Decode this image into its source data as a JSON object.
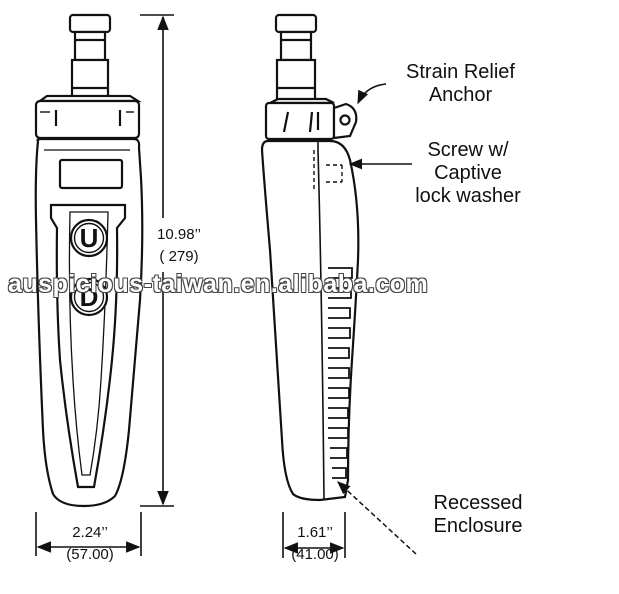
{
  "callouts": {
    "strain_relief": [
      "Strain Relief",
      "Anchor"
    ],
    "screw": [
      "Screw w/",
      "Captive",
      "lock washer"
    ],
    "recessed": [
      "Recessed",
      "Enclosure"
    ]
  },
  "dimensions": {
    "height": {
      "imperial": "10.98’’",
      "metric": "( 279)"
    },
    "front_width": {
      "imperial": "2.24’’",
      "metric": "(57.00)"
    },
    "side_width": {
      "imperial": "1.61’’",
      "metric": "(41.00)"
    }
  },
  "buttons": {
    "up": "U",
    "down": "D"
  },
  "watermark": "auspicious-taiwan.en.alibaba.com"
}
